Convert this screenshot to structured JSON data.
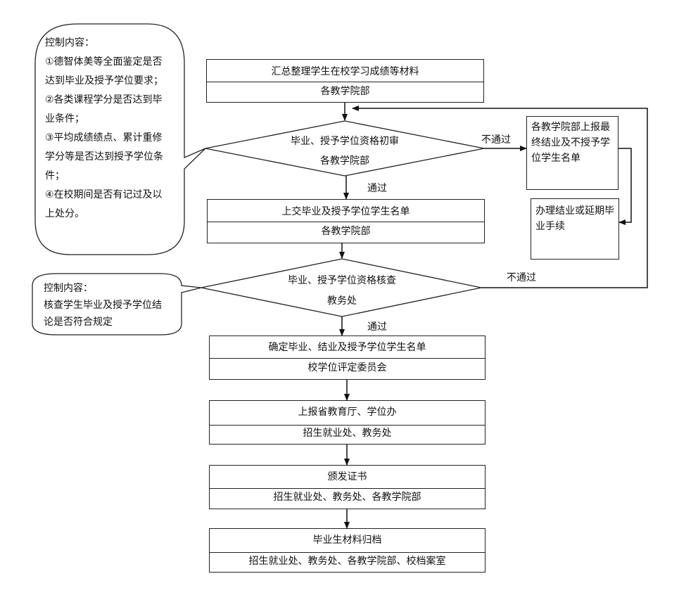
{
  "steps": [
    {
      "title": "汇总整理学生在校学习成绩等材料",
      "owner": "各教学院部"
    },
    {
      "title": "上交毕业及授予学位学生名单",
      "owner": "各教学院部"
    },
    {
      "title": "确定毕业、结业及授予学位学生名单",
      "owner": "校学位评定委员会"
    },
    {
      "title": "上报省教育厅、学位办",
      "owner": "招生就业处、教务处"
    },
    {
      "title": "颁发证书",
      "owner": "招生就业处、教务处、各教学院部"
    },
    {
      "title": "毕业生材料归档",
      "owner": "招生就业处、教务处、各教学院部、校档案室"
    }
  ],
  "decisions": [
    {
      "title": "毕业、授予学位资格初审",
      "owner": "各教学院部"
    },
    {
      "title": "毕业、授予学位资格核查",
      "owner": "教务处"
    }
  ],
  "labels": {
    "pass": "通过",
    "fail": "不通过"
  },
  "side_boxes": {
    "report_list": "各教学院部上报最终结业及不授予学位学生名单",
    "handle": "办理结业或延期毕业手续"
  },
  "notes": {
    "note1": {
      "title": "控制内容：",
      "lines": [
        "①德智体美等全面鉴定是否达到毕业及授予学位要求；",
        "②各类课程学分是否达到毕业条件；",
        "③平均成绩绩点、累计重修学分等是否达到授予学位条件；",
        "④在校期间是否有记过及以上处分。"
      ]
    },
    "note2": {
      "title": "控制内容：",
      "body": "核查学生毕业及授予学位结论是否符合规定"
    }
  }
}
